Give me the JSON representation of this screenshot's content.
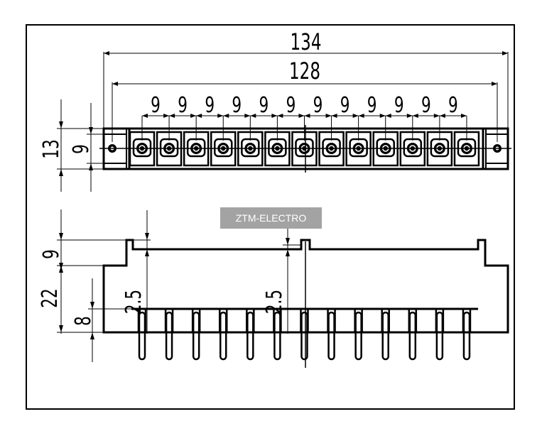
{
  "watermark": "ZTM-ELECTRO",
  "terminal_count": 13,
  "dimensions": {
    "overall_length": "134",
    "hole_spacing": "128",
    "pitch": "9",
    "top_height": "13",
    "top_inner_height": "9",
    "front_tab_height": "9",
    "front_body_height": "22",
    "front_pin_offset": "8",
    "front_gap_left": "2.5",
    "front_gap_center": "2.5"
  }
}
